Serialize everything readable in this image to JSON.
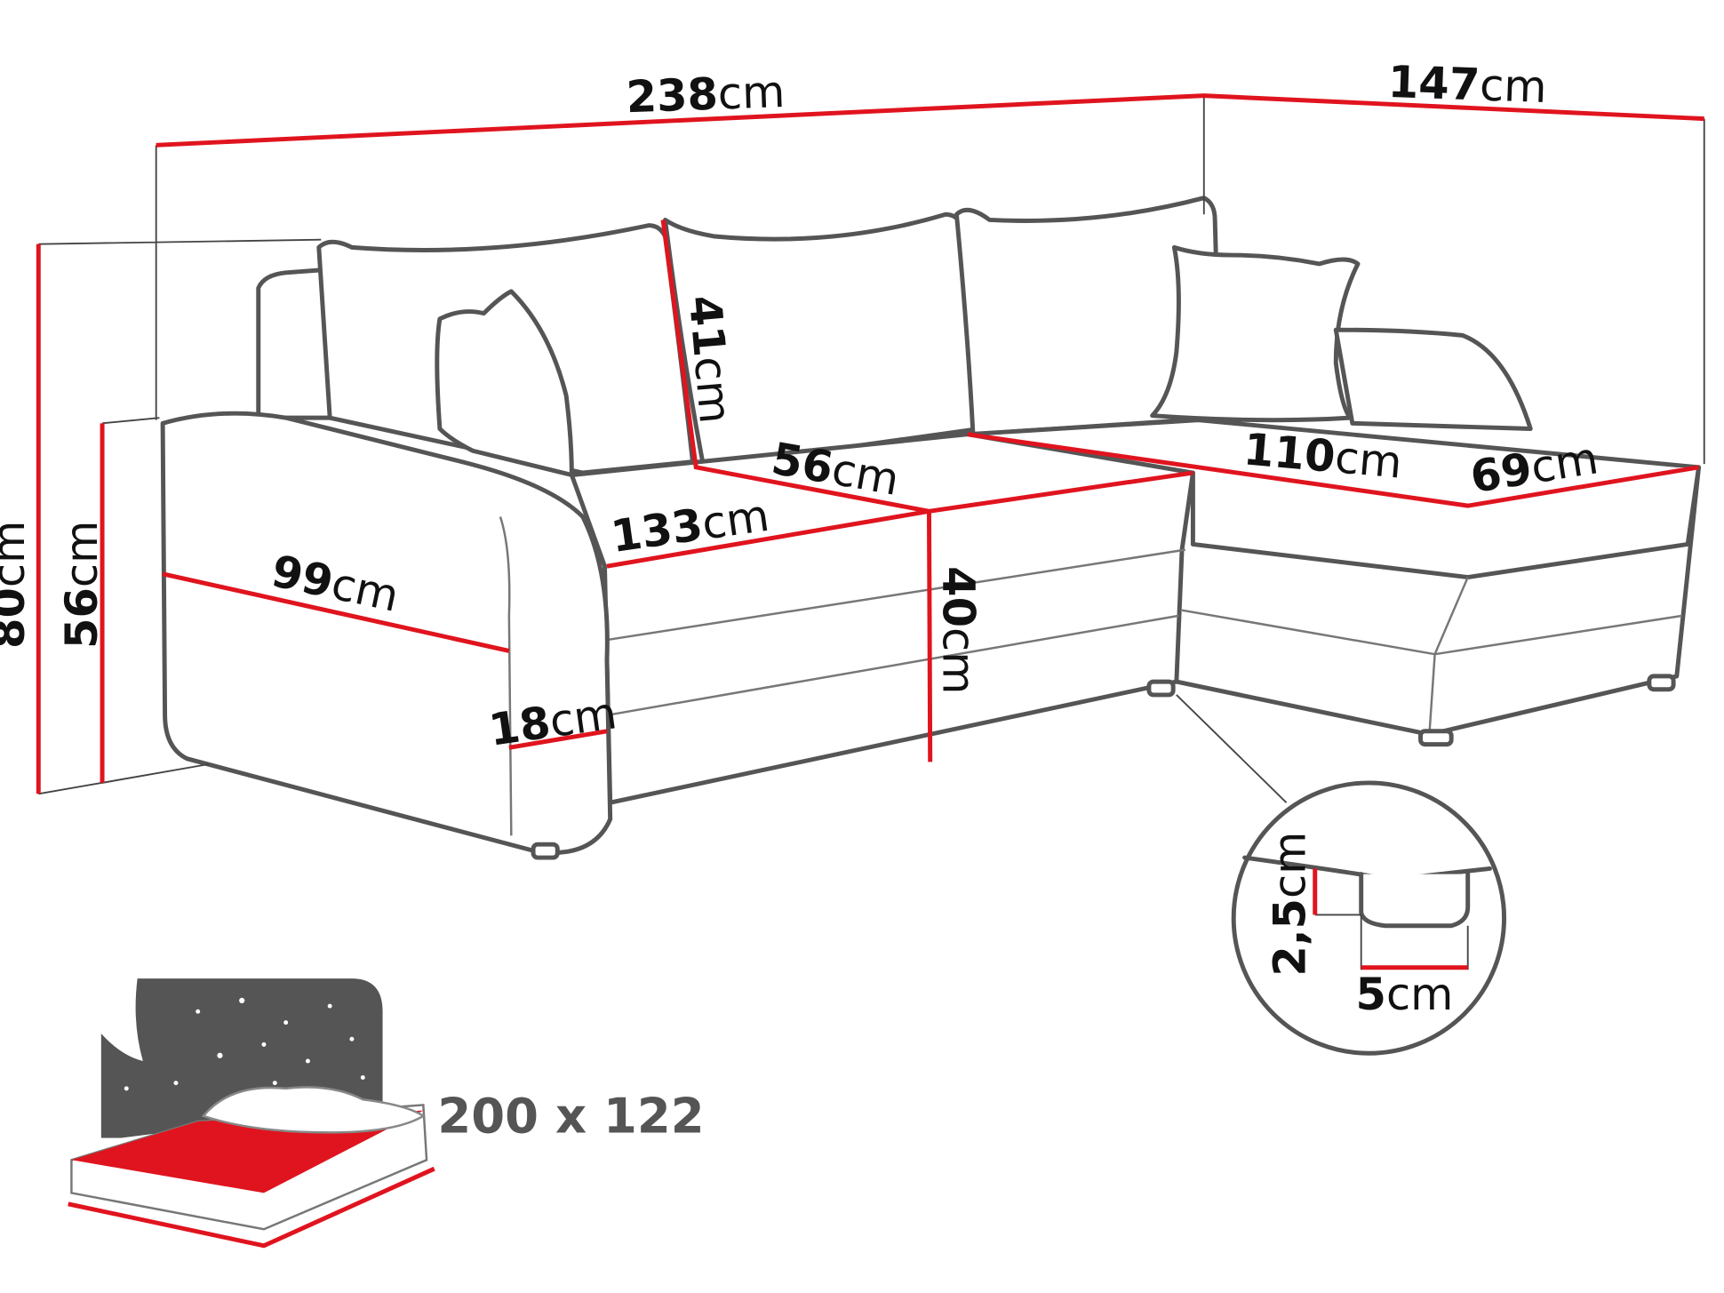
{
  "colors": {
    "dimension_line": "#e0141e",
    "outline": "#555555",
    "bed_sheet": "#e0141e",
    "night_sky": "#555555"
  },
  "dimensions": {
    "total_width": {
      "value": "238",
      "unit": "cm"
    },
    "chaise_depth": {
      "value": "147",
      "unit": "cm"
    },
    "backrest_height": {
      "value": "41",
      "unit": "cm"
    },
    "seat_depth": {
      "value": "56",
      "unit": "cm"
    },
    "chaise_length": {
      "value": "110",
      "unit": "cm"
    },
    "chaise_width": {
      "value": "69",
      "unit": "cm"
    },
    "seat_width": {
      "value": "133",
      "unit": "cm"
    },
    "armrest_depth": {
      "value": "99",
      "unit": "cm"
    },
    "seat_height": {
      "value": "40",
      "unit": "cm"
    },
    "armrest_width": {
      "value": "18",
      "unit": "cm"
    },
    "total_height": {
      "value": "80",
      "unit": "cm"
    },
    "armrest_height": {
      "value": "56",
      "unit": "cm"
    },
    "leg_height": {
      "value": "2,5",
      "unit": "cm"
    },
    "leg_width": {
      "value": "5",
      "unit": "cm"
    }
  },
  "sleeping_area": {
    "label": "200 x 122",
    "icon": "bed-night-icon"
  }
}
